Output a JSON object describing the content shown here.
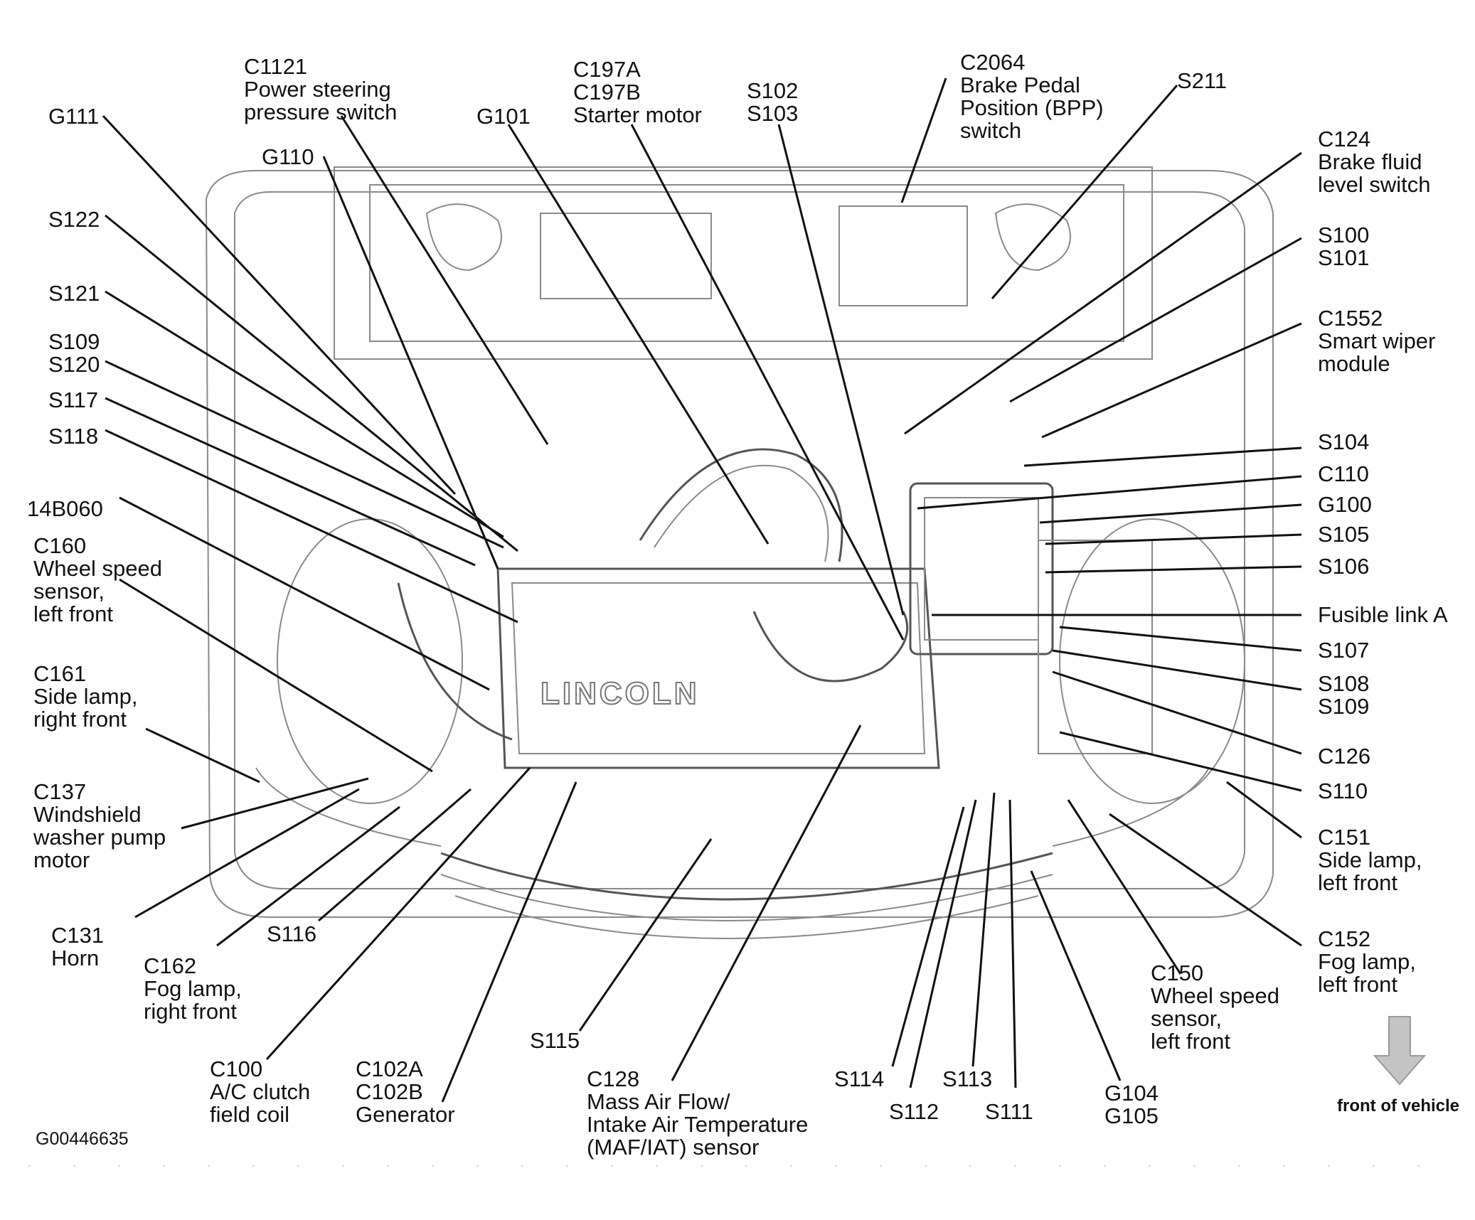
{
  "diagram": {
    "figure_id": "G00446635",
    "engine_badge": "LINCOLN",
    "front_label": "front of vehicle",
    "callouts": [
      {
        "id": "g111",
        "lines": [
          "G111"
        ]
      },
      {
        "id": "c1121",
        "lines": [
          "C1121",
          "Power steering",
          "pressure switch"
        ]
      },
      {
        "id": "g110",
        "lines": [
          "G110"
        ]
      },
      {
        "id": "g101",
        "lines": [
          "G101"
        ]
      },
      {
        "id": "c197",
        "lines": [
          "C197A",
          "C197B",
          "Starter motor"
        ]
      },
      {
        "id": "s102",
        "lines": [
          "S102",
          "S103"
        ]
      },
      {
        "id": "c2064",
        "lines": [
          "C2064",
          "Brake Pedal",
          "Position (BPP)",
          "switch"
        ]
      },
      {
        "id": "s211",
        "lines": [
          "S211"
        ]
      },
      {
        "id": "c124",
        "lines": [
          "C124",
          "Brake fluid",
          "level switch"
        ]
      },
      {
        "id": "s100",
        "lines": [
          "S100",
          "S101"
        ]
      },
      {
        "id": "c1552",
        "lines": [
          "C1552",
          "Smart wiper",
          "module"
        ]
      },
      {
        "id": "s104",
        "lines": [
          "S104"
        ]
      },
      {
        "id": "c110",
        "lines": [
          "C110"
        ]
      },
      {
        "id": "g100",
        "lines": [
          "G100"
        ]
      },
      {
        "id": "s105",
        "lines": [
          "S105"
        ]
      },
      {
        "id": "s106",
        "lines": [
          "S106"
        ]
      },
      {
        "id": "fusible",
        "lines": [
          "Fusible link A"
        ]
      },
      {
        "id": "s107",
        "lines": [
          "S107"
        ]
      },
      {
        "id": "s108",
        "lines": [
          "S108",
          "S109"
        ]
      },
      {
        "id": "c126",
        "lines": [
          "C126"
        ]
      },
      {
        "id": "s110",
        "lines": [
          "S110"
        ]
      },
      {
        "id": "c151",
        "lines": [
          "C151",
          "Side lamp,",
          "left front"
        ]
      },
      {
        "id": "c152",
        "lines": [
          "C152",
          "Fog lamp,",
          "left front"
        ]
      },
      {
        "id": "c150",
        "lines": [
          "C150",
          "Wheel speed",
          "sensor,",
          "left front"
        ]
      },
      {
        "id": "g104",
        "lines": [
          "G104",
          "G105"
        ]
      },
      {
        "id": "s111",
        "lines": [
          "S111"
        ]
      },
      {
        "id": "s113",
        "lines": [
          "S113"
        ]
      },
      {
        "id": "s112",
        "lines": [
          "S112"
        ]
      },
      {
        "id": "s114",
        "lines": [
          "S114"
        ]
      },
      {
        "id": "c128",
        "lines": [
          "C128",
          "Mass Air Flow/",
          "Intake Air Temperature",
          "(MAF/IAT) sensor"
        ]
      },
      {
        "id": "s115",
        "lines": [
          "S115"
        ]
      },
      {
        "id": "c102",
        "lines": [
          "C102A",
          "C102B",
          "Generator"
        ]
      },
      {
        "id": "c100",
        "lines": [
          "C100",
          "A/C clutch",
          "field coil"
        ]
      },
      {
        "id": "c162",
        "lines": [
          "C162",
          "Fog lamp,",
          "right front"
        ]
      },
      {
        "id": "s116",
        "lines": [
          "S116"
        ]
      },
      {
        "id": "c131",
        "lines": [
          "C131",
          "Horn"
        ]
      },
      {
        "id": "c137",
        "lines": [
          "C137",
          "Windshield",
          "washer pump",
          "motor"
        ]
      },
      {
        "id": "c161",
        "lines": [
          "C161",
          "Side lamp,",
          "right front"
        ]
      },
      {
        "id": "c160",
        "lines": [
          "C160",
          "Wheel speed",
          "sensor,",
          "left front"
        ]
      },
      {
        "id": "14b060",
        "lines": [
          "14B060"
        ]
      },
      {
        "id": "s118",
        "lines": [
          "S118"
        ]
      },
      {
        "id": "s117",
        "lines": [
          "S117"
        ]
      },
      {
        "id": "s109b",
        "lines": [
          "S109",
          "S120"
        ]
      },
      {
        "id": "s121",
        "lines": [
          "S121"
        ]
      },
      {
        "id": "s122",
        "lines": [
          "S122"
        ]
      }
    ]
  }
}
